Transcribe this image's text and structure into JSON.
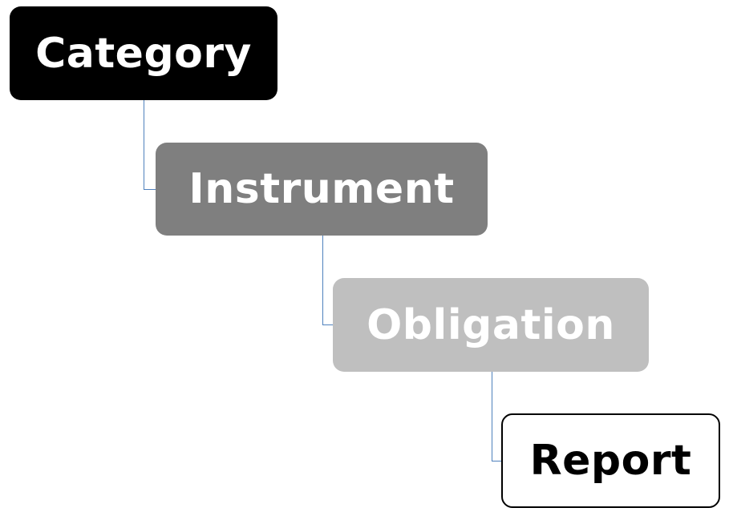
{
  "diagram": {
    "nodes": [
      {
        "id": "category",
        "label": "Category",
        "fill": "#000000",
        "text_color": "#ffffff"
      },
      {
        "id": "instrument",
        "label": "Instrument",
        "fill": "#7f7f7f",
        "text_color": "#ffffff"
      },
      {
        "id": "obligation",
        "label": "Obligation",
        "fill": "#bfbfbf",
        "text_color": "#ffffff"
      },
      {
        "id": "report",
        "label": "Report",
        "fill": "#ffffff",
        "text_color": "#000000"
      }
    ],
    "edges": [
      {
        "from": "category",
        "to": "instrument"
      },
      {
        "from": "instrument",
        "to": "obligation"
      },
      {
        "from": "obligation",
        "to": "report"
      }
    ],
    "connector_color": "#4f81bd"
  }
}
